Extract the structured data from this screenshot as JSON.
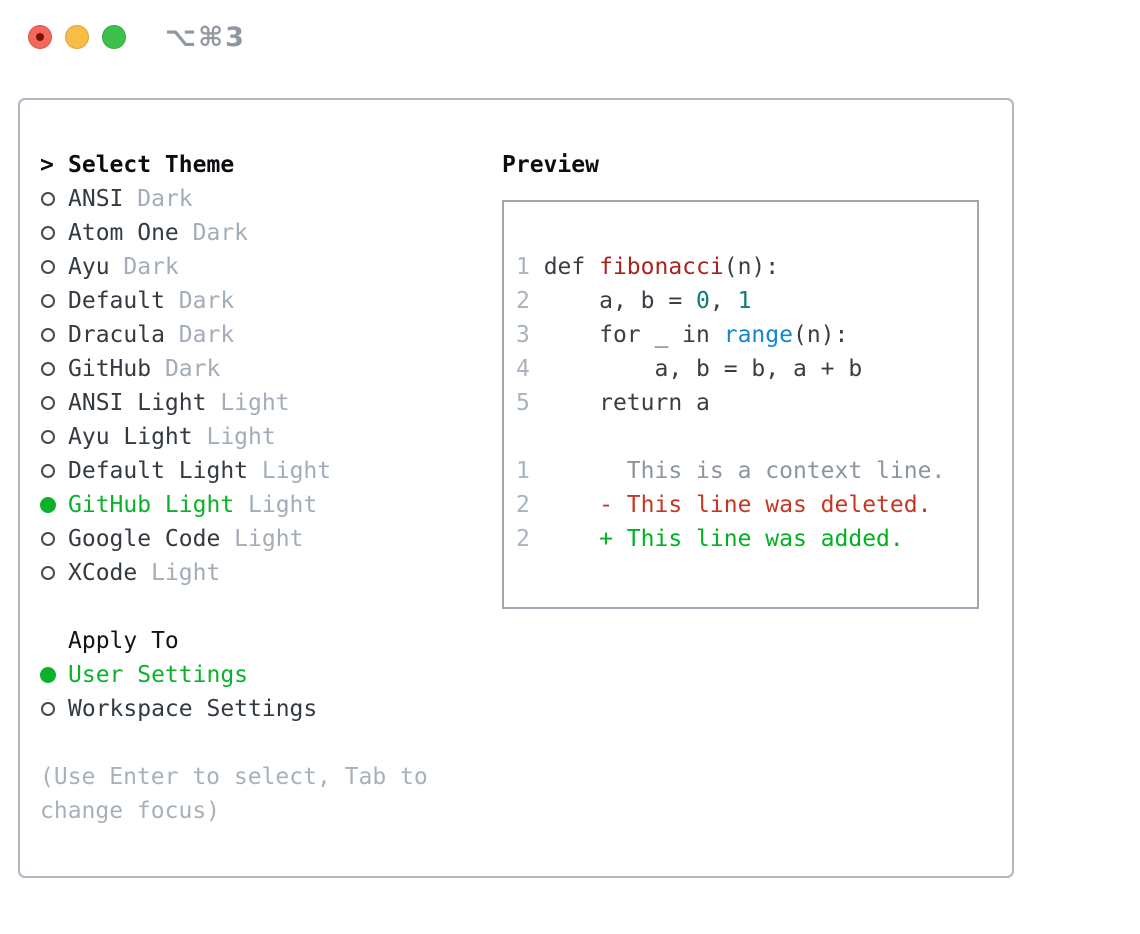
{
  "window": {
    "title": "⌥⌘3",
    "buttons": [
      "close",
      "minimize",
      "zoom"
    ]
  },
  "theme_picker": {
    "prompt": ">",
    "title": "Select Theme",
    "items": [
      {
        "name": "ANSI",
        "variant": "Dark",
        "selected": false
      },
      {
        "name": "Atom One",
        "variant": "Dark",
        "selected": false
      },
      {
        "name": "Ayu",
        "variant": "Dark",
        "selected": false
      },
      {
        "name": "Default",
        "variant": "Dark",
        "selected": false
      },
      {
        "name": "Dracula",
        "variant": "Dark",
        "selected": false
      },
      {
        "name": "GitHub",
        "variant": "Dark",
        "selected": false
      },
      {
        "name": "ANSI Light",
        "variant": "Light",
        "selected": false
      },
      {
        "name": "Ayu Light",
        "variant": "Light",
        "selected": false
      },
      {
        "name": "Default Light",
        "variant": "Light",
        "selected": false
      },
      {
        "name": "GitHub Light",
        "variant": "Light",
        "selected": true
      },
      {
        "name": "Google Code",
        "variant": "Light",
        "selected": false
      },
      {
        "name": "XCode",
        "variant": "Light",
        "selected": false
      }
    ],
    "apply_to": {
      "title": "Apply To",
      "options": [
        {
          "label": "User Settings",
          "selected": true
        },
        {
          "label": "Workspace Settings",
          "selected": false
        }
      ]
    },
    "hint_lines": [
      "(Use Enter to select, Tab to",
      "change focus)"
    ]
  },
  "preview": {
    "title": "Preview",
    "lines": [
      [
        {
          "t": "1 ",
          "c": "ln"
        },
        {
          "t": "def ",
          "c": "code"
        },
        {
          "t": "fibonacci",
          "c": "fn"
        },
        {
          "t": "(n):",
          "c": "code"
        }
      ],
      [
        {
          "t": "2 ",
          "c": "ln"
        },
        {
          "t": "    a, b = ",
          "c": "code"
        },
        {
          "t": "0",
          "c": "num"
        },
        {
          "t": ", ",
          "c": "code"
        },
        {
          "t": "1",
          "c": "num"
        }
      ],
      [
        {
          "t": "3 ",
          "c": "ln"
        },
        {
          "t": "    for _ in ",
          "c": "code"
        },
        {
          "t": "range",
          "c": "call"
        },
        {
          "t": "(n):",
          "c": "code"
        }
      ],
      [
        {
          "t": "4 ",
          "c": "ln"
        },
        {
          "t": "        a, b = b, a + b",
          "c": "code"
        }
      ],
      [
        {
          "t": "5 ",
          "c": "ln"
        },
        {
          "t": "    return a",
          "c": "code"
        }
      ],
      [],
      [
        {
          "t": "1 ",
          "c": "ln"
        },
        {
          "t": "      This is a context line.",
          "c": "ctx"
        }
      ],
      [
        {
          "t": "2 ",
          "c": "ln"
        },
        {
          "t": "    ",
          "c": "code"
        },
        {
          "t": "- This line was deleted.",
          "c": "del"
        }
      ],
      [
        {
          "t": "2 ",
          "c": "ln"
        },
        {
          "t": "    ",
          "c": "code"
        },
        {
          "t": "+ This line was added.",
          "c": "add"
        }
      ]
    ]
  },
  "colors": {
    "selection_green": "#0cb12b",
    "diff_added_green": "#00b220",
    "diff_deleted_red": "#c63723",
    "context_gray": "#8d959e",
    "function_red": "#a92421",
    "builtin_blue": "#1287d2",
    "number_teal": "#0c7e74",
    "code_text": "#383e45",
    "line_number_gray": "#a9b3bd",
    "muted_variant_gray": "#a2adb8",
    "panel_border": "#aeb7c2",
    "preview_border": "#9ba6b1",
    "traffic_red": "#f2685c",
    "traffic_yellow": "#f7bd45",
    "traffic_green": "#3cc14a",
    "title_gray": "#9097a0"
  }
}
